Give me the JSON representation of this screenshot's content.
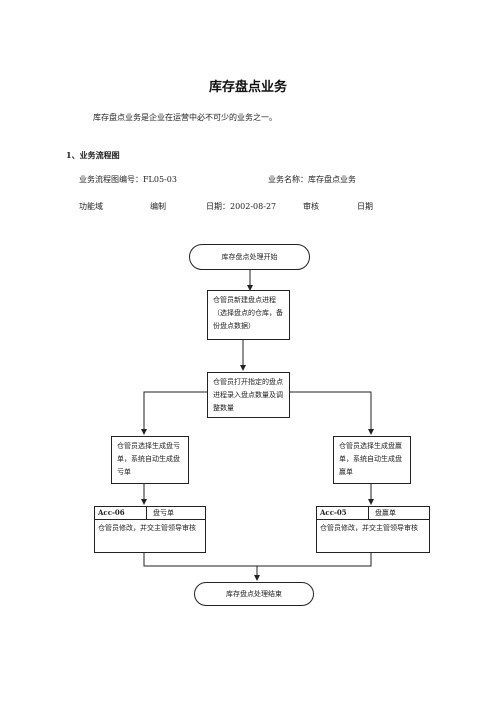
{
  "document": {
    "title": "库存盘点业务",
    "intro": "库存盘点业务是企业在运营中必不可少的业务之一。",
    "section_heading": "1、业务流程图",
    "meta_row1": {
      "flow_id": "业务流程图编号：FL05-03",
      "business_name": "业务名称：库存盘点业务"
    },
    "meta_row2": {
      "domain": "功能域",
      "edit": "编制",
      "date": "日期：2002-08-27",
      "review": "审核",
      "date2": "日期"
    }
  },
  "flowchart": {
    "start": "库存盘点处理开始",
    "step1": "仓管员新建盘点进程（选择盘点的仓库，备份盘点数据）",
    "step2": "仓管员打开指定的盘点进程录入盘点数量及调整数量",
    "left_step": "仓管员选择生成盘亏单，系统自动生成盘亏单",
    "right_step": "仓管员选择生成盘赢单，系统自动生成盘赢单",
    "left_doc": {
      "code": "Acc-06",
      "name": "盘亏单",
      "desc": "仓管员修改，并交主管领导审核"
    },
    "right_doc": {
      "code": "Acc-05",
      "name": "盘赢单",
      "desc": "仓管员修改，并交主管领导审核"
    },
    "end": "库存盘点处理结束"
  }
}
